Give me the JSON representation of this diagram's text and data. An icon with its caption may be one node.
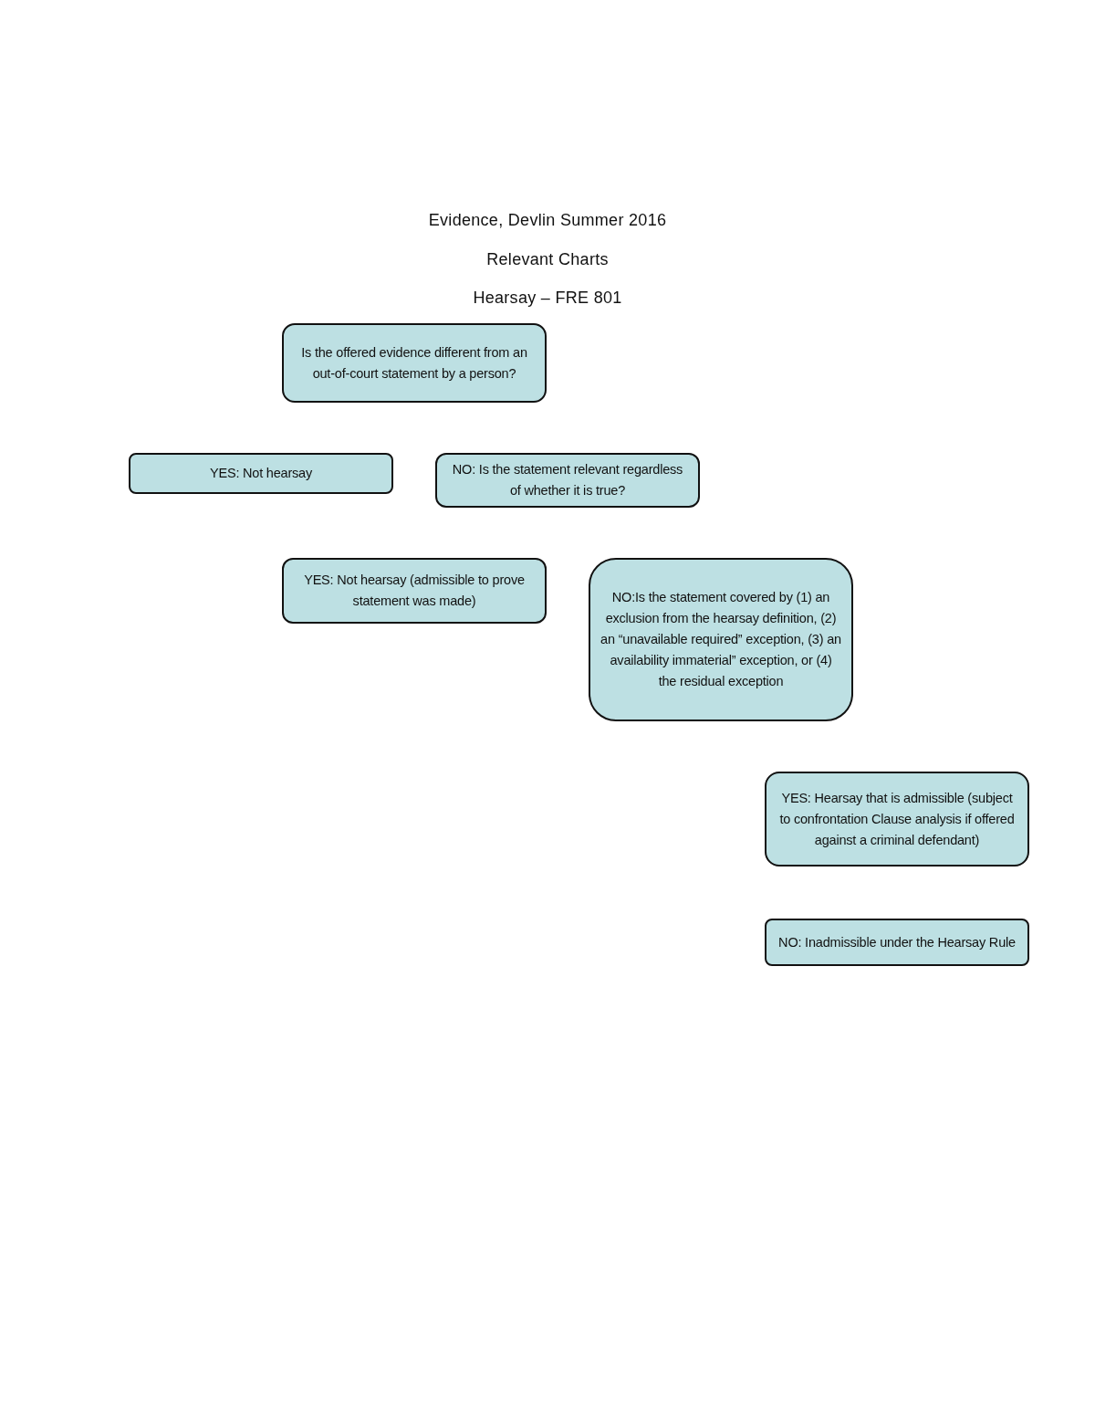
{
  "diagram": {
    "title": "Evidence, Devlin Summer 2016",
    "nodes": [
      {
        "text": [
          "Is the offered evidence different from an out-of-court statement by a person?"
        ]
      },
      {
        "text": [
          "YES: Not hearsay"
        ]
      },
      {
        "text": [
          "NO: Is the statement relevant regardless of whether it is true?"
        ]
      },
      {
        "text": [
          "YES: Not hearsay (admissible to prove statement was made)"
        ]
      },
      {
        "text": [
          "NO:Is the statement covered by (1) an exclusion from the hearsay definition, (2) an “unavailable required” exception, (3) an availability immaterial” exception, or (4) the residual exception"
        ]
      },
      {
        "text": [
          "YES: Hearsay that is admissible (subject to confrontation Clause analysis if offered against a criminal defendant)"
        ]
      },
      {
        "text": [
          "NO: Inadmissible under the Hearsay Rule"
        ]
      }
    ],
    "labels": [
      "Relevant Charts",
      "Hearsay – FRE 801"
    ]
  }
}
